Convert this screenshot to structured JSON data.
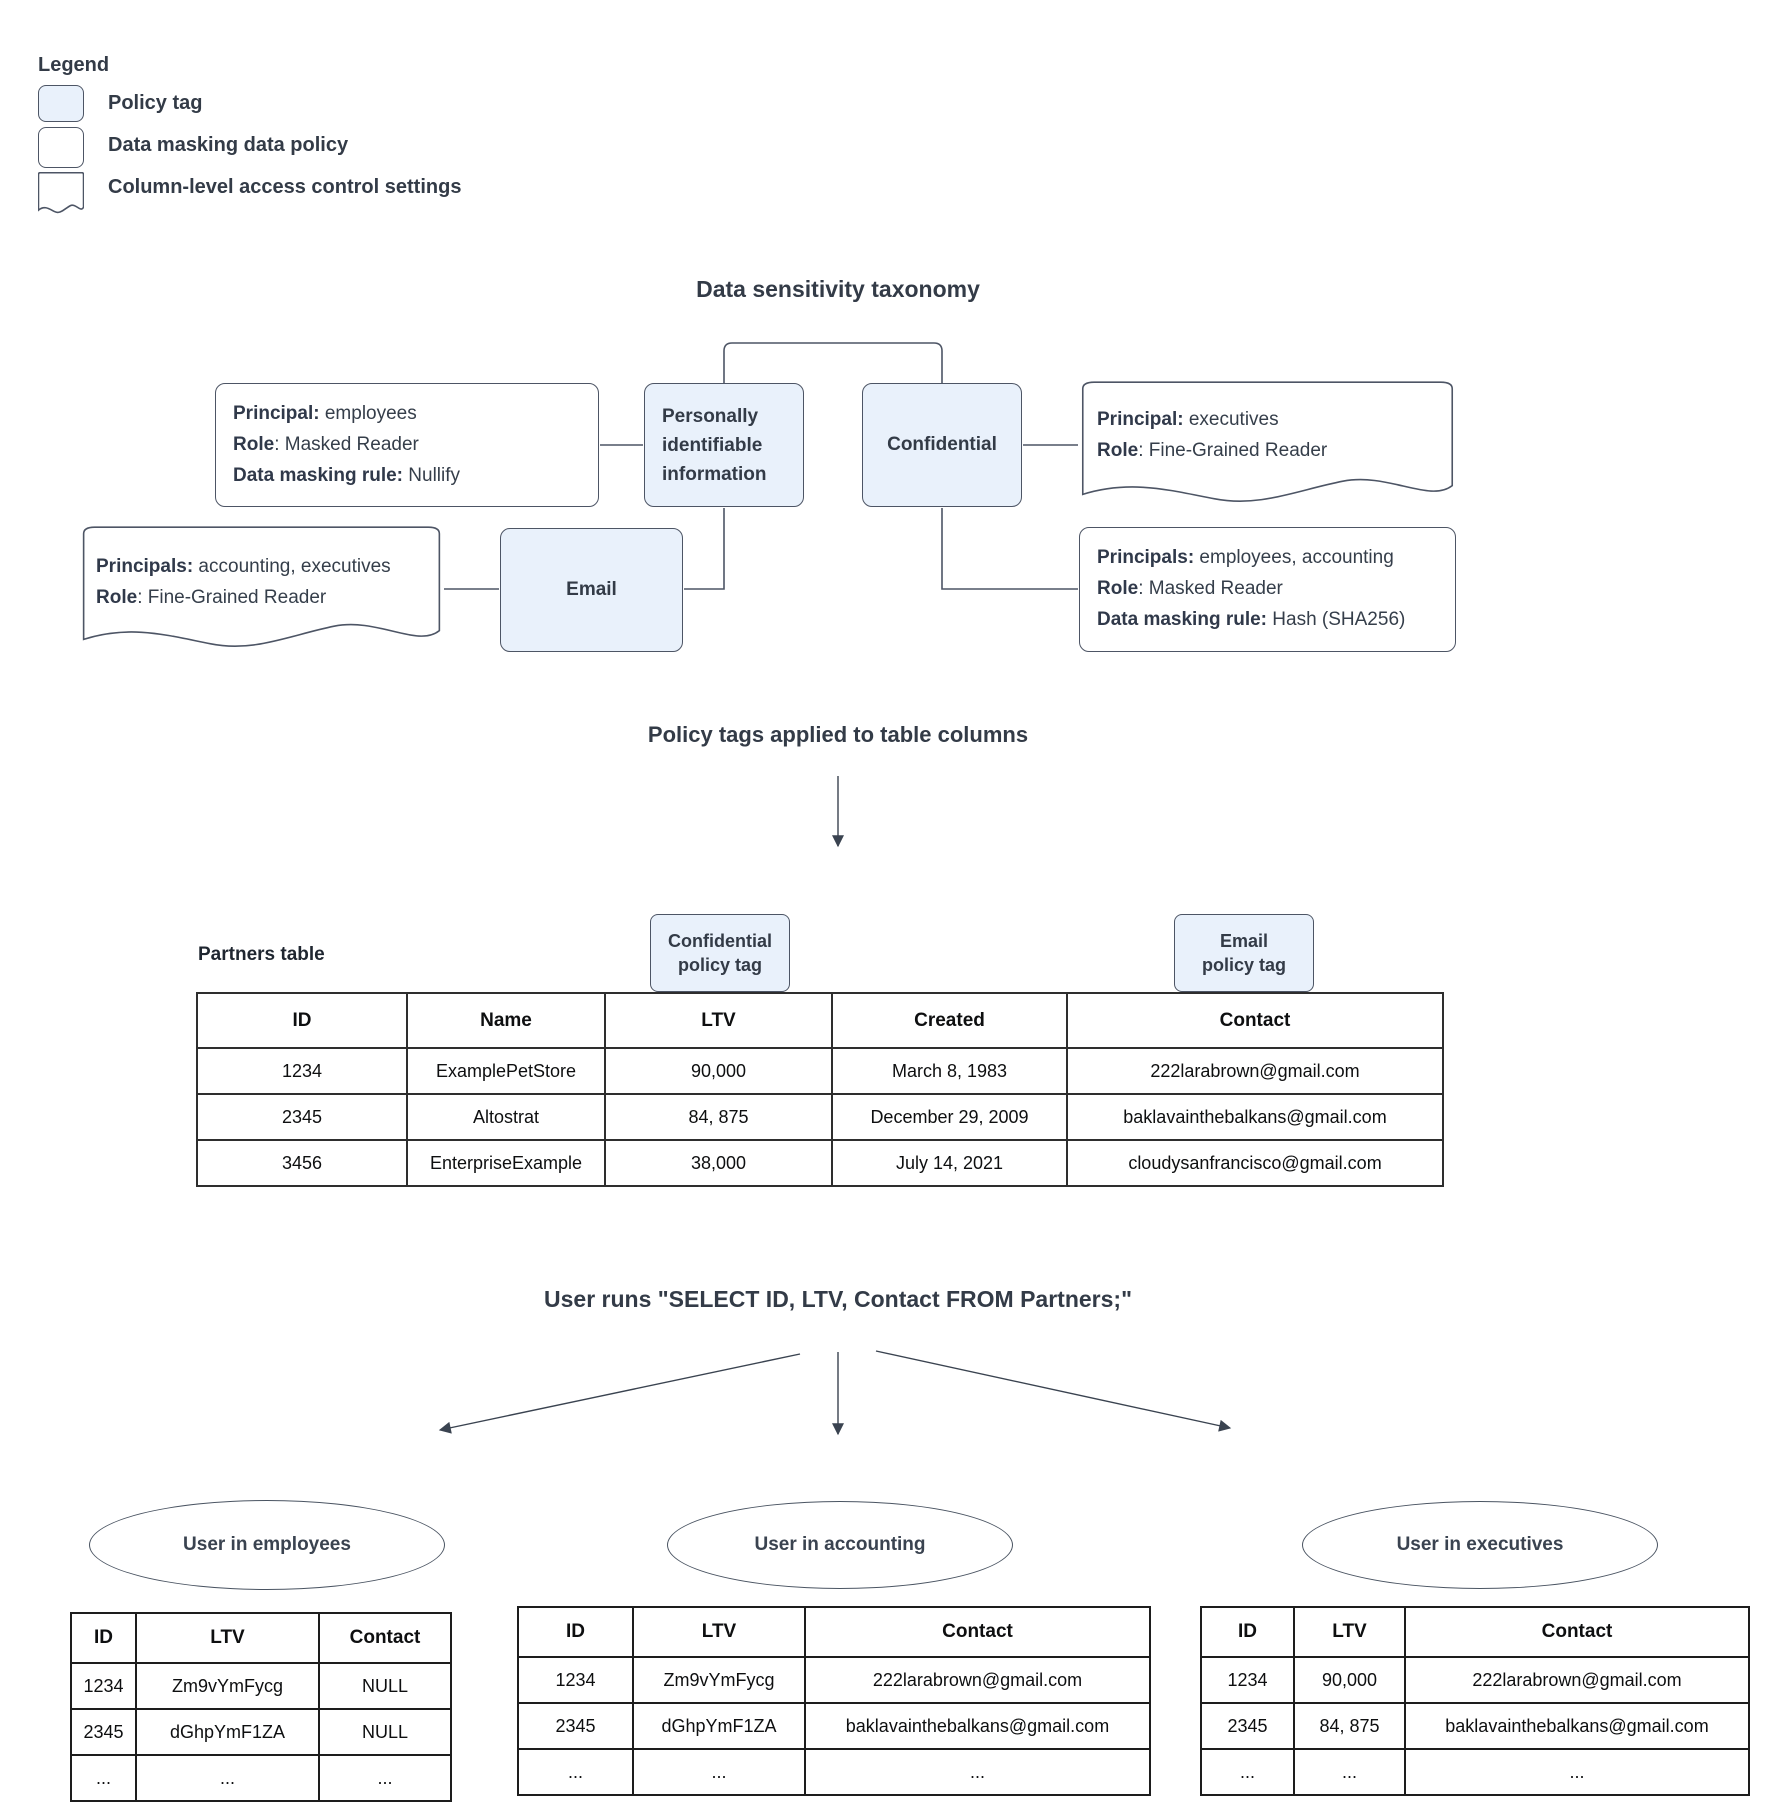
{
  "legend": {
    "title": "Legend",
    "policy_tag_label": "Policy tag",
    "data_policy_label": "Data masking data policy",
    "access_control_label": "Column-level access control settings"
  },
  "taxonomy": {
    "title": "Data sensitivity taxonomy",
    "pii_tag": "Personally identifiable information",
    "confidential_tag": "Confidential",
    "email_tag": "Email",
    "masking_policy_pii": {
      "l1b": "Principal:",
      "l1t": " employees",
      "l2b": "Role",
      "l2t": ": Masked Reader",
      "l3b": "Data masking rule:",
      "l3t": " Nullify"
    },
    "access_policy_confidential": {
      "l1b": "Principal:",
      "l1t": " executives",
      "l2b": "Role",
      "l2t": ": Fine-Grained Reader"
    },
    "access_policy_email": {
      "l1b": "Principals:",
      "l1t": " accounting, executives",
      "l2b": "Role",
      "l2t": ": Fine-Grained Reader"
    },
    "masking_policy_confidential": {
      "l1b": "Principals:",
      "l1t": " employees, accounting",
      "l2b": "Role",
      "l2t": ": Masked Reader",
      "l3b": "Data masking rule:",
      "l3t": " Hash (SHA256)"
    }
  },
  "applied": {
    "title": "Policy tags applied to table columns",
    "table_label": "Partners table",
    "confidential_callout_line1": "Confidential",
    "confidential_callout_line2": "policy tag",
    "email_callout_line1": "Email",
    "email_callout_line2": "policy tag"
  },
  "partners": {
    "headers": [
      "ID",
      "Name",
      "LTV",
      "Created",
      "Contact"
    ],
    "rows": [
      [
        "1234",
        "ExamplePetStore",
        "90,000",
        "March 8, 1983",
        "222larabrown@gmail.com"
      ],
      [
        "2345",
        "Altostrat",
        "84, 875",
        "December 29, 2009",
        "baklavainthebalkans@gmail.com"
      ],
      [
        "3456",
        "EnterpriseExample",
        "38,000",
        "July 14, 2021",
        "cloudysanfrancisco@gmail.com"
      ]
    ]
  },
  "query": {
    "title": "User runs \"SELECT ID, LTV, Contact FROM Partners;\""
  },
  "results": [
    {
      "group": "User in employees",
      "headers": [
        "ID",
        "LTV",
        "Contact"
      ],
      "rows": [
        [
          "1234",
          "Zm9vYmFycg",
          "NULL"
        ],
        [
          "2345",
          "dGhpYmF1ZA",
          "NULL"
        ],
        [
          "...",
          "...",
          "..."
        ]
      ]
    },
    {
      "group": "User in accounting",
      "headers": [
        "ID",
        "LTV",
        "Contact"
      ],
      "rows": [
        [
          "1234",
          "Zm9vYmFycg",
          "222larabrown@gmail.com"
        ],
        [
          "2345",
          "dGhpYmF1ZA",
          "baklavainthebalkans@gmail.com"
        ],
        [
          "...",
          "...",
          "..."
        ]
      ]
    },
    {
      "group": "User in executives",
      "headers": [
        "ID",
        "LTV",
        "Contact"
      ],
      "rows": [
        [
          "1234",
          "90,000",
          "222larabrown@gmail.com"
        ],
        [
          "2345",
          "84, 875",
          "baklavainthebalkans@gmail.com"
        ],
        [
          "...",
          "...",
          "..."
        ]
      ]
    }
  ],
  "colors": {
    "policy_tag_fill": "#e9f1fb",
    "shape_border": "#4d5565",
    "heading_text": "#333b47"
  }
}
